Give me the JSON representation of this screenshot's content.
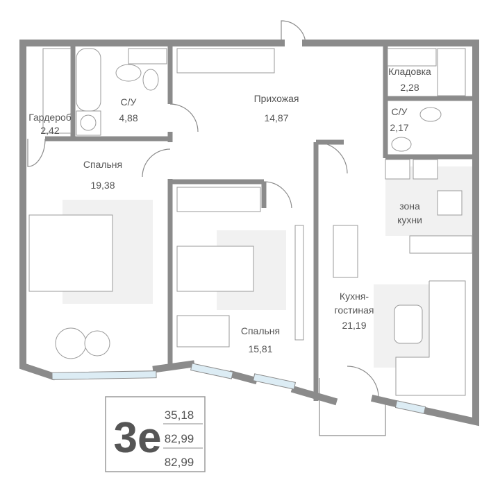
{
  "rooms": [
    {
      "id": "wardrobe",
      "name": "Гардероб",
      "area": "2,42"
    },
    {
      "id": "bathroom1",
      "name": "С/У",
      "area": "4,88"
    },
    {
      "id": "hallway",
      "name": "Прихожая",
      "area": "14,87"
    },
    {
      "id": "storage",
      "name": "Кладовка",
      "area": "2,28"
    },
    {
      "id": "bathroom2",
      "name": "С/У",
      "area": "2,17"
    },
    {
      "id": "bedroom1",
      "name": "Спальня",
      "area": "19,38"
    },
    {
      "id": "bedroom2",
      "name": "Спальня",
      "area": "15,81"
    },
    {
      "id": "kitchen_living",
      "name_line1": "Кухня-",
      "name_line2": "гостиная",
      "area": "21,19"
    }
  ],
  "kitchen_zone": {
    "line1": "зона",
    "line2": "кухни"
  },
  "info": {
    "type": "3е",
    "living_area": "35,18",
    "total_area": "82,99",
    "total_area_2": "82,99"
  },
  "colors": {
    "wall": "#8b8b8b",
    "window": "#dcecf4",
    "text": "#555555"
  }
}
